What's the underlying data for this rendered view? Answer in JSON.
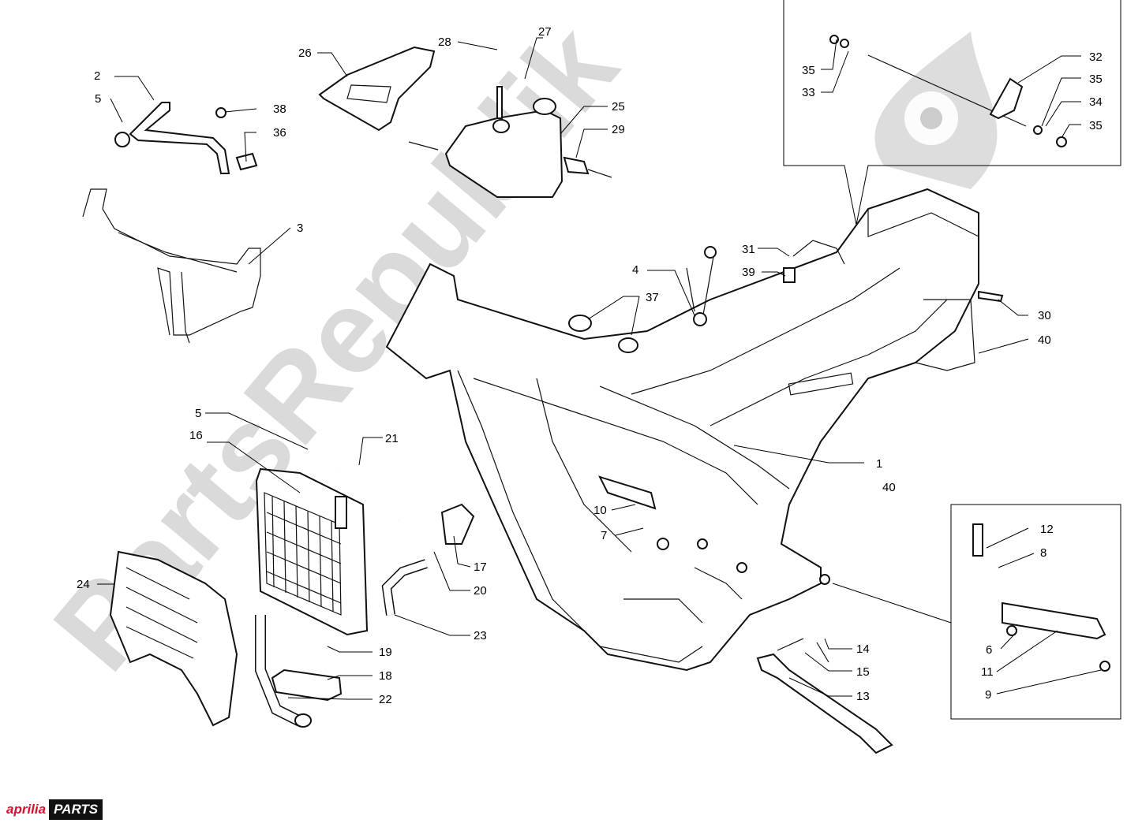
{
  "logo": {
    "brand": "aprilia",
    "suffix": "PARTS",
    "brand_color": "#d8102b"
  },
  "watermark": {
    "text": "PartsRepublik"
  },
  "callouts": [
    "1",
    "2",
    "3",
    "4",
    "5",
    "5",
    "6",
    "7",
    "8",
    "9",
    "10",
    "11",
    "12",
    "13",
    "14",
    "15",
    "16",
    "17",
    "18",
    "19",
    "20",
    "21",
    "22",
    "23",
    "24",
    "25",
    "26",
    "27",
    "28",
    "29",
    "30",
    "31",
    "32",
    "33",
    "34",
    "35",
    "35",
    "35",
    "36",
    "37",
    "38",
    "39",
    "40",
    "40"
  ]
}
